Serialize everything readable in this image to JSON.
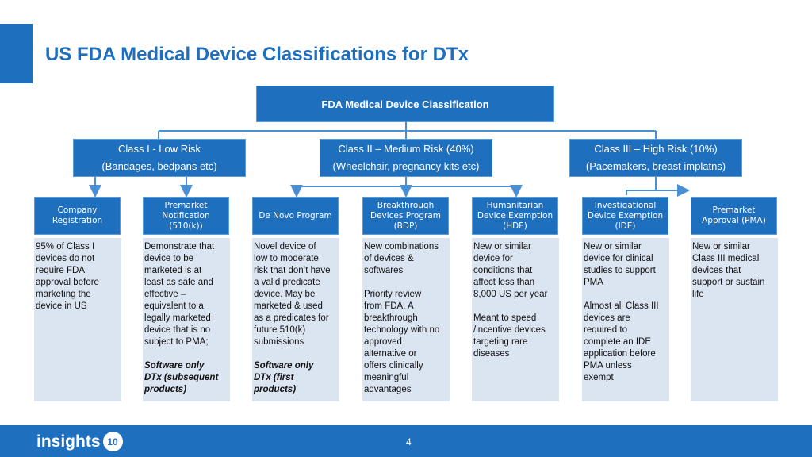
{
  "title": "US FDA Medical Device Classifications for DTx",
  "root": "FDA Medical Device Classification",
  "classes": [
    {
      "line1": "Class I - Low Risk",
      "line2": "(Bandages, bedpans etc)"
    },
    {
      "line1": "Class II – Medium Risk (40%)",
      "line2": "(Wheelchair, pregnancy kits etc)"
    },
    {
      "line1": "Class III – High Risk (10%)",
      "line2": "(Pacemakers, breast implatns)"
    }
  ],
  "pathways": [
    {
      "label": [
        "Company",
        "Registration"
      ],
      "desc": [
        "95% of Class I",
        "devices do not",
        "require FDA",
        "approval  before",
        "marketing the",
        "device in US"
      ],
      "note": []
    },
    {
      "label": [
        "Premarket",
        "Notification",
        "(510(k))"
      ],
      "desc": [
        "Demonstrate that",
        "device to be",
        "marketed is at",
        "least as safe and",
        "effective –",
        "equivalent to a",
        "legally marketed",
        "device that is no",
        "subject to PMA;",
        "",
        "Software only",
        "DTx (subsequent",
        "products)"
      ],
      "note": []
    },
    {
      "label": [
        "De Novo Program"
      ],
      "desc": [
        "Novel device of",
        "low to moderate",
        "risk that don’t have",
        "a valid predicate",
        "device. May be",
        "marketed & used",
        "as a predicates for",
        "future 510(k)",
        "submissions",
        "",
        "Software only",
        "DTx (first",
        "products)"
      ],
      "note": []
    },
    {
      "label": [
        "Breakthrough",
        "Devices Program",
        "(BDP)"
      ],
      "desc": [
        "New combinations",
        "of devices &",
        "softwares",
        "",
        "Priority review",
        "from FDA. A",
        "breakthrough",
        "technology with no",
        "approved",
        "alternative or",
        "offers clinically",
        "meaningful",
        "advantages"
      ],
      "note": []
    },
    {
      "label": [
        "Humanitarian",
        "Device Exemption",
        "(HDE)"
      ],
      "desc": [
        "New or similar",
        "device for",
        "conditions that",
        "affect less than",
        "8,000 US per year",
        "",
        "Meant to speed",
        "/incentive devices",
        "targeting rare",
        "diseases"
      ],
      "note": []
    },
    {
      "label": [
        "Investigational",
        "Device Exemption",
        "(IDE)"
      ],
      "desc": [
        "New or similar",
        "device for clinical",
        "studies to support",
        "PMA",
        "",
        "Almost all Class III",
        "devices are",
        "required to",
        "complete an IDE",
        "application before",
        "PMA unless",
        "exempt"
      ],
      "note": []
    },
    {
      "label": [
        "Premarket",
        "Approval (PMA)"
      ],
      "desc": [
        "New or similar",
        "Class III medical",
        "devices that",
        "support or sustain",
        "life"
      ],
      "note": []
    }
  ],
  "footer": {
    "logo_text": "insights",
    "logo_badge": "10",
    "page_number": "4"
  },
  "colors": {
    "primary": "#1f6fbf",
    "connector": "#4a8fd4",
    "desc_bg": "#dbe4f1"
  }
}
